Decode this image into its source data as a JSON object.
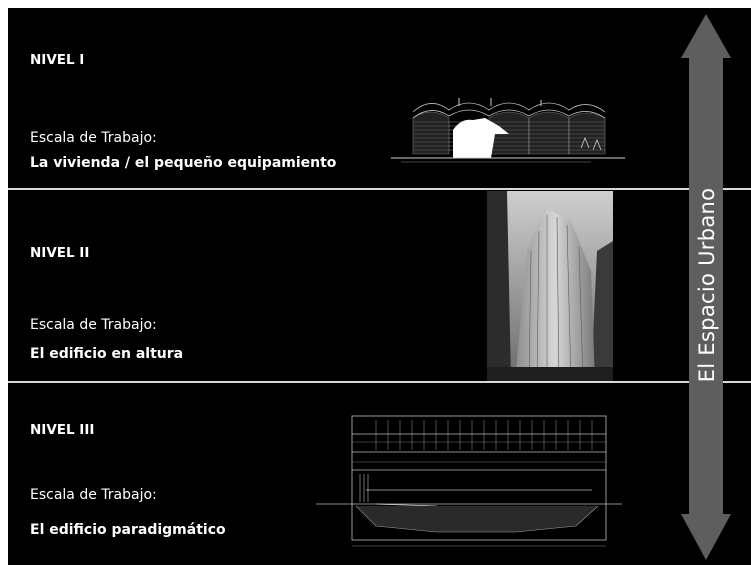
{
  "levels": [
    {
      "title": "NIVEL I",
      "scale_label": "Escala de Trabajo:",
      "scale_value": "La vivienda / el pequeño equipamiento"
    },
    {
      "title": "NIVEL II",
      "scale_label": "Escala de Trabajo:",
      "scale_value": "El edificio en altura"
    },
    {
      "title": "NIVEL III",
      "scale_label": "Escala de Trabajo:",
      "scale_value": "El edificio paradigmático"
    }
  ],
  "arrow": {
    "label": "El Espacio Urbano",
    "color": "#5e5e5e",
    "direction": "bidirectional-vertical"
  },
  "colors": {
    "background": "#000000",
    "text": "#ffffff",
    "divider": "#d8d8d8"
  }
}
